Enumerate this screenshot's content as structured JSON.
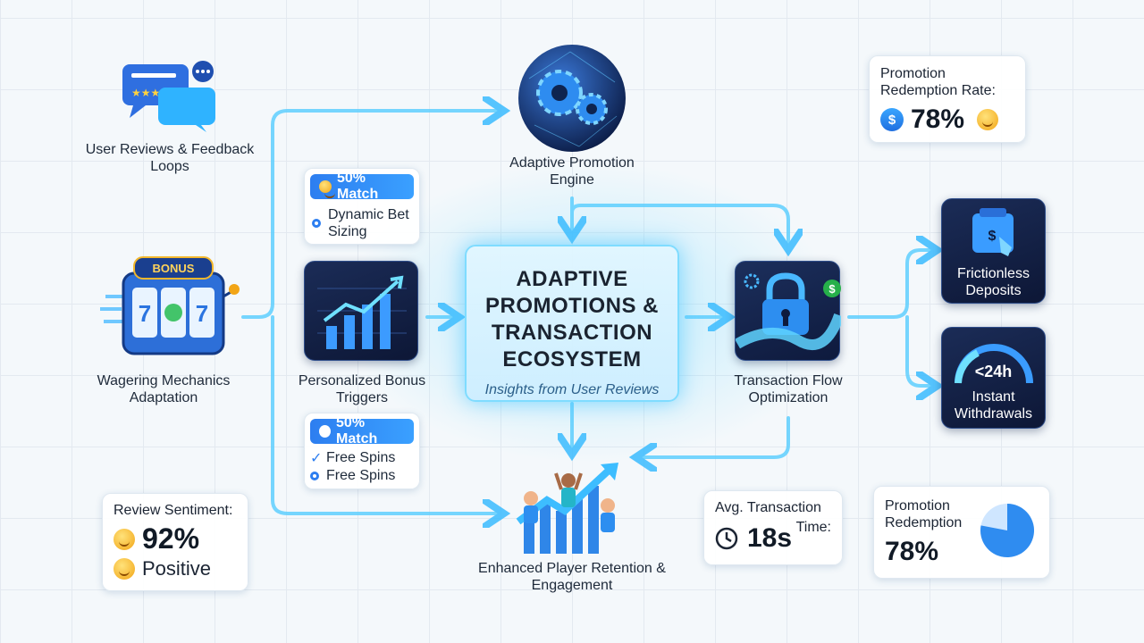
{
  "nodes": {
    "user_reviews": "User Reviews & Feedback Loops",
    "wagering": "Wagering Mechanics Adaptation",
    "bonus_triggers": "Personalized Bonus Triggers",
    "promo_engine": "Adaptive Promotion Engine",
    "transaction_flow": "Transaction Flow Optimization",
    "retention": "Enhanced Player Retention & Engagement",
    "deposits": "Frictionless Deposits",
    "withdrawals": "Instant Withdrawals",
    "withdrawals_badge": "<24h",
    "slot_sign": "BONUS"
  },
  "center": {
    "title": "ADAPTIVE PROMOTIONS & TRANSACTION ECOSYSTEM",
    "subtitle": "Insights from User Reviews"
  },
  "card_top": {
    "pill": "50% Match",
    "option": "Dynamic Bet Sizing"
  },
  "card_bottom": {
    "pill": "50% Match",
    "option1": "Free Spins",
    "option2": "Free Spins"
  },
  "stat_top_right": {
    "label": "Promotion Redemption Rate:",
    "value": "78%",
    "icon_symbol": "$"
  },
  "stat_sentiment": {
    "label": "Review Sentiment:",
    "value": "92%",
    "qualifier": "Positive"
  },
  "stat_transaction": {
    "label_a": "Avg. Transaction",
    "label_b": "Time:",
    "value": "18s"
  },
  "stat_redemption": {
    "label": "Promotion Redemption",
    "value": "78%",
    "pie_fraction": 0.78
  },
  "colors": {
    "flow": "#4cc8ff",
    "accent": "#2d7ef0",
    "dark_tile": "#132449"
  }
}
